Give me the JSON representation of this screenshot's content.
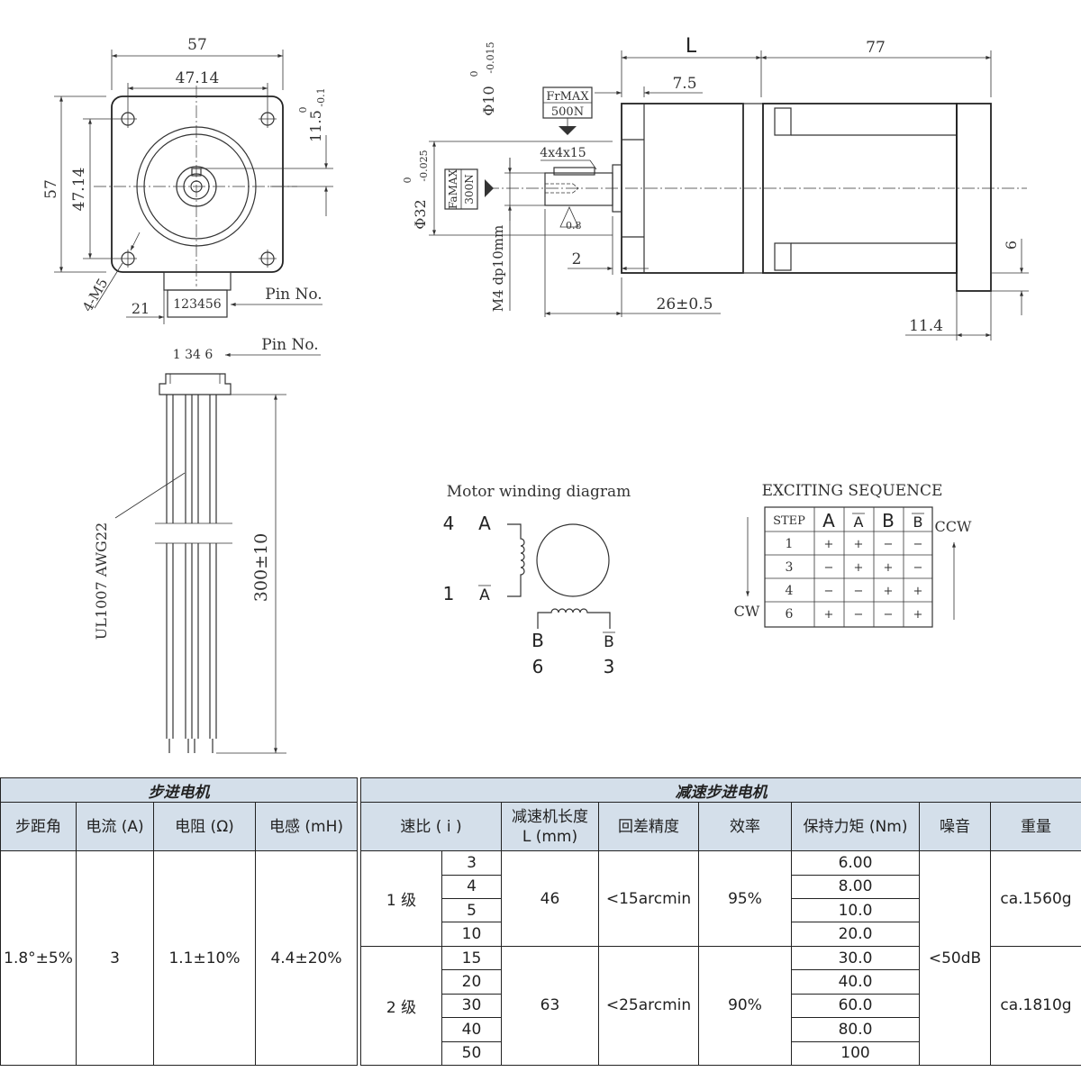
{
  "front_view": {
    "dim_width": "57",
    "dim_hole_spacing": "47.14",
    "dim_height": "57",
    "dim_hole_spacing_v": "47.14",
    "dim_key_depth": "11.5",
    "tol_key_upper": "0",
    "tol_key_lower": "-0.1",
    "hole_label": "4-M5",
    "dim_connector_offset": "21",
    "connector_pins": "123456",
    "pin_label": "Pin No."
  },
  "side_view": {
    "dim_length": "L",
    "dim_motor_length": "77",
    "dim_shaft_offset": "7.5",
    "shaft_dia": "Φ10",
    "tol_shaft_upper": "0",
    "tol_shaft_lower": "-0.015",
    "flange_dia": "Φ32",
    "tol_flange_upper": "0",
    "tol_flange_lower": "-0.025",
    "radial_load_label": "FrMAX",
    "radial_load_value": "500N",
    "axial_load_label": "FaMAX",
    "axial_load_value": "300N",
    "key_label": "4x4x15",
    "roughness": "0.8",
    "thread_label": "M4 dp10mm",
    "dim_2": "2",
    "dim_shaft_len": "26±0.5",
    "dim_6": "6",
    "dim_11_4": "11.4"
  },
  "cable_view": {
    "pin_numbers": "1 34 6",
    "pin_label": "Pin No.",
    "wire_label": "UL1007  AWG22",
    "dim_length": "300±10"
  },
  "winding": {
    "title": "Motor winding diagram",
    "pin_4": "4",
    "pin_1": "1",
    "pin_6": "6",
    "pin_3": "3",
    "label_a": "A",
    "label_a_bar": "A",
    "label_b": "B",
    "label_b_bar": "B"
  },
  "sequence": {
    "title": "EXCITING SEQUENCE",
    "headers": [
      "STEP",
      "A",
      "A",
      "B",
      "B"
    ],
    "rows": [
      [
        "1",
        "+",
        "+",
        "−",
        "−"
      ],
      [
        "3",
        "−",
        "+",
        "+",
        "−"
      ],
      [
        "4",
        "−",
        "−",
        "+",
        "+"
      ],
      [
        "6",
        "+",
        "−",
        "−",
        "+"
      ]
    ],
    "ccw_label": "CCW",
    "cw_label": "CW"
  },
  "spec_table": {
    "group_stepper": "步进电机",
    "group_geared": "减速步进电机",
    "headers": {
      "step_angle": "步距角",
      "current": "电流 (A)",
      "resistance": "电阻 (Ω)",
      "inductance": "电感 (mH)",
      "ratio": "速比 ( i )",
      "gear_length_1": "减速机长度",
      "gear_length_2": "L (mm)",
      "backlash": "回差精度",
      "efficiency": "效率",
      "torque": "保持力矩 (Nm)",
      "noise": "噪音",
      "weight": "重量"
    },
    "motor": {
      "step_angle": "1.8°±5%",
      "current": "3",
      "resistance": "1.1±10%",
      "inductance": "4.4±20%"
    },
    "stage1": {
      "label": "1 级",
      "ratios": [
        "3",
        "4",
        "5",
        "10"
      ],
      "length": "46",
      "backlash": "<15arcmin",
      "efficiency": "95%",
      "torques": [
        "6.00",
        "8.00",
        "10.0",
        "20.0"
      ],
      "weight": "ca.1560g"
    },
    "stage2": {
      "label": "2 级",
      "ratios": [
        "15",
        "20",
        "30",
        "40",
        "50"
      ],
      "length": "63",
      "backlash": "<25arcmin",
      "efficiency": "90%",
      "torques": [
        "30.0",
        "40.0",
        "60.0",
        "80.0",
        "100"
      ],
      "weight": "ca.1810g"
    },
    "noise": "<50dB"
  }
}
